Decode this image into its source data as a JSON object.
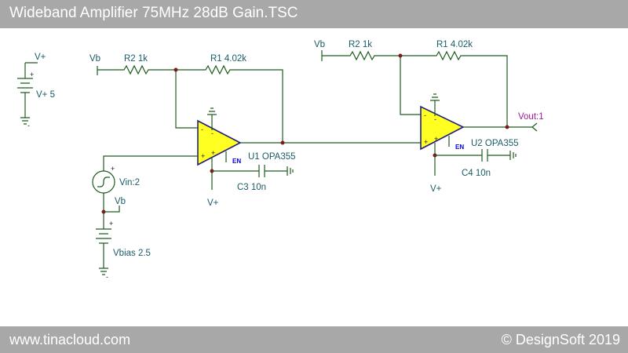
{
  "window": {
    "title": "Wideband Amplifier 75MHz 28dB Gain.TSC"
  },
  "footer": {
    "site": "www.tinacloud.com",
    "copyright": "© DesignSoft 2019"
  },
  "schematic": {
    "supply": {
      "node_label": "V+",
      "name": "V+ 5"
    },
    "stage1": {
      "vb_label": "Vb",
      "r2": "R2 1k",
      "r1": "R1 4.02k",
      "opamp": "U1 OPA355",
      "cap": "C3 10n",
      "supply_label": "V+",
      "enable": "EN"
    },
    "source": {
      "name": "Vin:2",
      "vb_label": "Vb"
    },
    "bias": {
      "name": "Vbias 2.5"
    },
    "stage2": {
      "vb_label": "Vb",
      "r2": "R2 1k",
      "r1": "R1 4.02k",
      "opamp": "U2 OPA355",
      "cap": "C4 10n",
      "supply_label": "V+",
      "enable": "EN"
    },
    "output": {
      "name": "Vout:1"
    },
    "colors": {
      "wire": "#1f5c1f",
      "label": "#1a5c66",
      "opamp_fill": "#ffff22",
      "output_label": "#9a1a9a",
      "enable_label": "#0000cc"
    }
  }
}
